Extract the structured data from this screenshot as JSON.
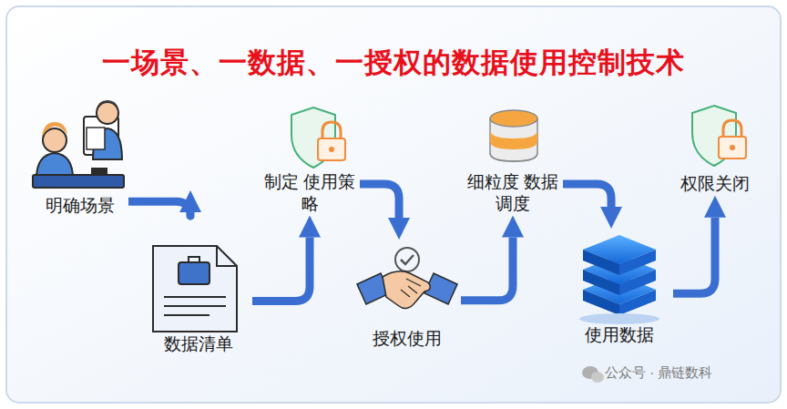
{
  "diagram": {
    "title": "一场景、一数据、一授权的数据使用控制技术",
    "nodes": [
      {
        "text": [
          "明确场景"
        ]
      },
      {
        "text": [
          "数据清单"
        ]
      },
      {
        "text": [
          "制定 使用策略"
        ]
      },
      {
        "text": [
          "授权使用"
        ]
      },
      {
        "text": [
          "细粒度 数据调度"
        ]
      },
      {
        "text": [
          "使用数据"
        ]
      },
      {
        "text": [
          "权限关闭"
        ]
      }
    ],
    "edges": [
      {
        "from": 0,
        "to": 1,
        "arrow": "to"
      },
      {
        "from": 1,
        "to": 2,
        "arrow": "to"
      },
      {
        "from": 2,
        "to": 3,
        "arrow": "to"
      },
      {
        "from": 3,
        "to": 4,
        "arrow": "to"
      },
      {
        "from": 4,
        "to": 5,
        "arrow": "to"
      },
      {
        "from": 5,
        "to": 6,
        "arrow": "to"
      }
    ],
    "labels": [
      "公众号 · 鼎链数科"
    ]
  }
}
